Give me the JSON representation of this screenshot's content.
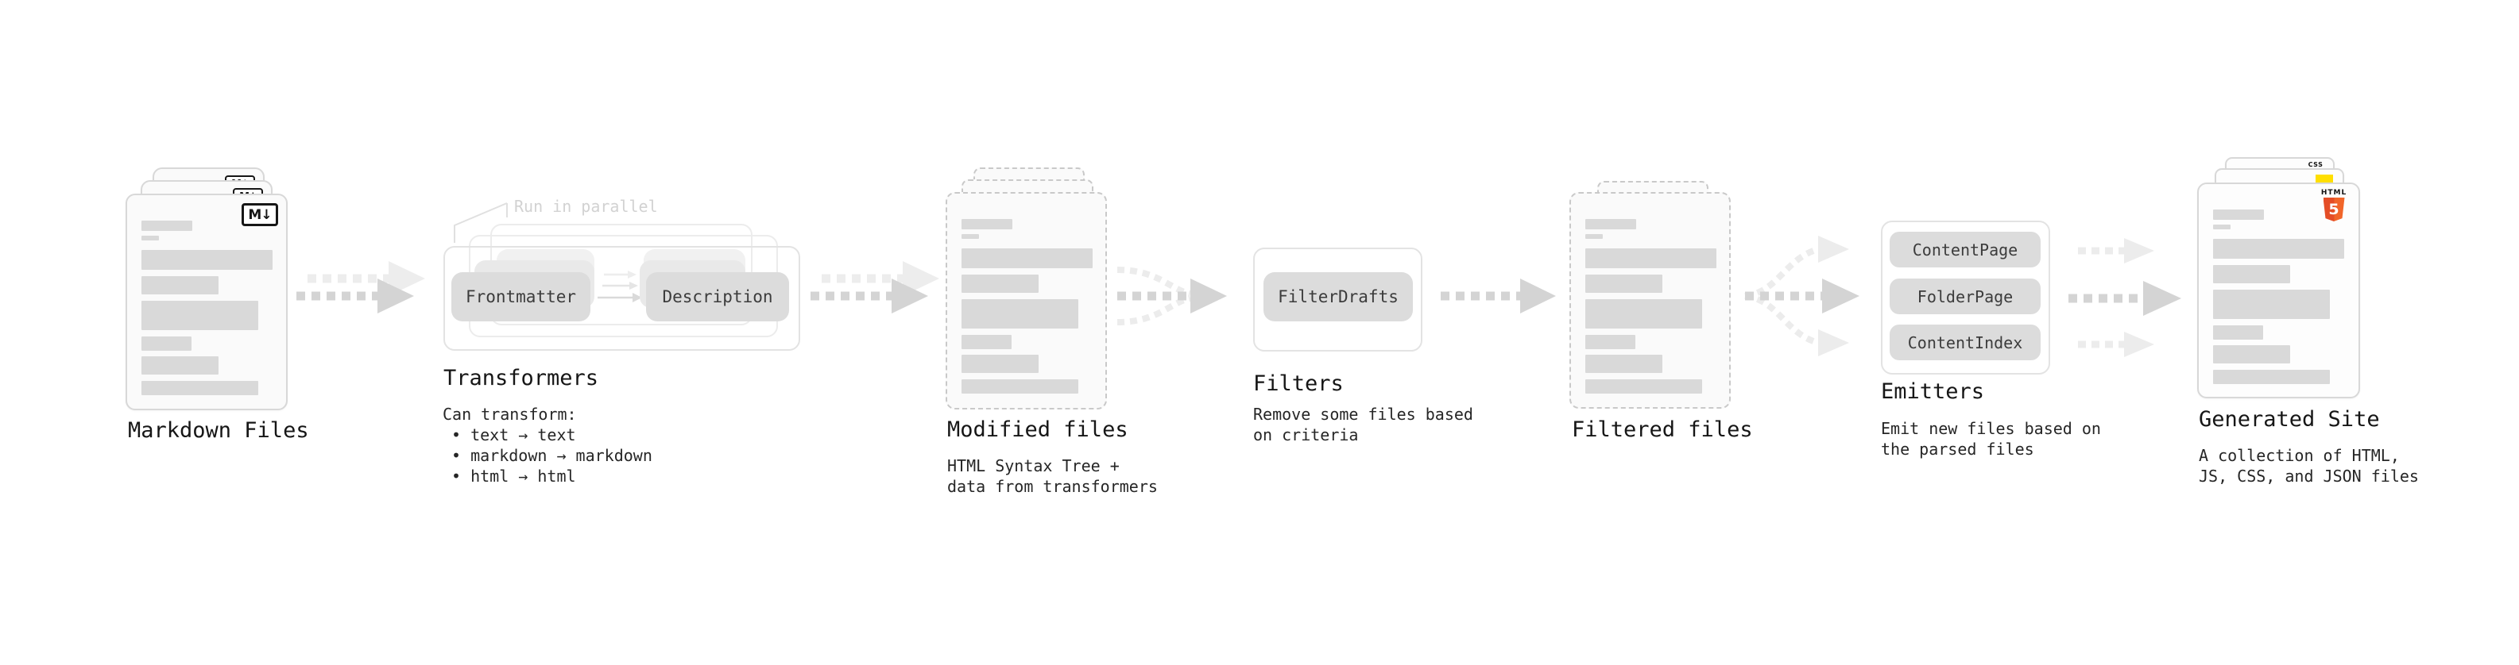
{
  "stages": [
    {
      "id": "markdown-files",
      "title": "Markdown Files"
    },
    {
      "id": "transformers",
      "title": "Transformers",
      "annotation": "Run in parallel",
      "pills": [
        "Frontmatter",
        "Description"
      ],
      "subtitle": "Can transform:",
      "bullets": [
        "• text → text",
        "• markdown → markdown",
        "• html → html"
      ]
    },
    {
      "id": "modified-files",
      "title": "Modified files",
      "subtitle_lines": [
        "HTML Syntax Tree +",
        "data from transformers"
      ]
    },
    {
      "id": "filters",
      "title": "Filters",
      "pills": [
        "FilterDrafts"
      ],
      "subtitle_lines": [
        "Remove some files based",
        "on criteria"
      ]
    },
    {
      "id": "filtered-files",
      "title": "Filtered files"
    },
    {
      "id": "emitters",
      "title": "Emitters",
      "pills": [
        "ContentPage",
        "FolderPage",
        "ContentIndex"
      ],
      "subtitle_lines": [
        "Emit new files based on",
        "the parsed files"
      ]
    },
    {
      "id": "generated-site",
      "title": "Generated Site",
      "subtitle_lines": [
        "A collection of HTML,",
        "JS, CSS, and JSON files"
      ]
    }
  ],
  "badges": {
    "markdown": "M↓",
    "html5_label": "HTML",
    "html5_number": "5",
    "css_label": "CSS"
  },
  "colors": {
    "arrow": "#d4d4d4",
    "arrow_ghost": "#ededed",
    "pill_bg": "#dcdcdc",
    "skeleton_bar": "#d9d9d9",
    "html5_orange": "#e44d26",
    "html5_orange_light": "#f16529",
    "js_yellow": "#ffdf00",
    "css_blue": "#2862e9"
  }
}
